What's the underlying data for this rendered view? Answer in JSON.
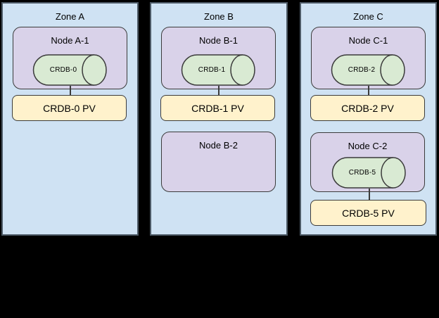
{
  "diagram": {
    "background_color": "#000000",
    "colors": {
      "zone_fill": "#cfe2f3",
      "node_fill": "#d9d2e9",
      "database_fill": "#d9ead3",
      "pv_fill": "#fff2cc",
      "border": "#3b3b3b"
    },
    "zones": [
      {
        "label": "Zone A",
        "nodes": [
          {
            "label": "Node A-1",
            "db": {
              "label": "CRDB-0"
            },
            "pv": {
              "label": "CRDB-0 PV"
            }
          }
        ]
      },
      {
        "label": "Zone B",
        "nodes": [
          {
            "label": "Node B-1",
            "db": {
              "label": "CRDB-1"
            },
            "pv": {
              "label": "CRDB-1 PV"
            }
          },
          {
            "label": "Node B-2"
          }
        ]
      },
      {
        "label": "Zone C",
        "nodes": [
          {
            "label": "Node C-1",
            "db": {
              "label": "CRDB-2"
            },
            "pv": {
              "label": "CRDB-2 PV"
            }
          },
          {
            "label": "Node C-2",
            "db": {
              "label": "CRDB-5"
            },
            "pv": {
              "label": "CRDB-5 PV"
            }
          }
        ]
      }
    ]
  }
}
